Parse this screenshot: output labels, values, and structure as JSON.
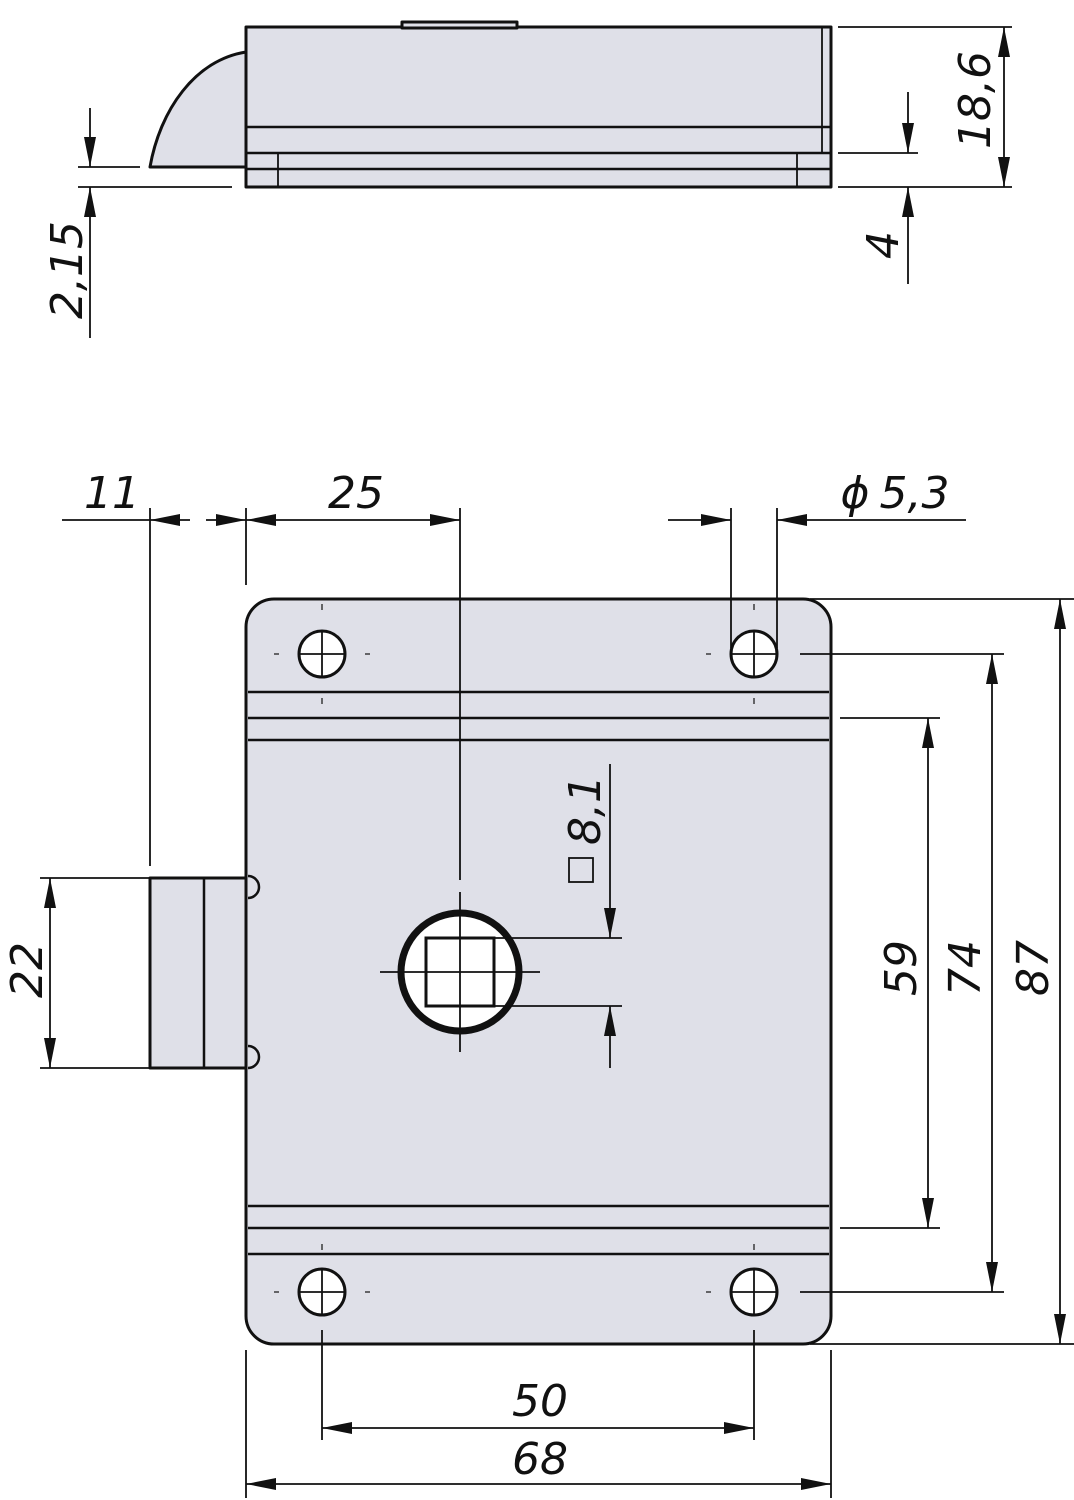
{
  "dimensions": {
    "side_thickness": "18,6",
    "side_plate": "4",
    "side_bolt_offset": "2,15",
    "bolt_projection": "11",
    "spindle_offset": "25",
    "hole_diameter": "5,3",
    "hole_diameter_symbol": "ϕ",
    "spindle_square": "8,1",
    "bolt_height": "22",
    "inner_flange": "59",
    "hole_spacing_vertical": "74",
    "overall_height": "87",
    "hole_spacing_horizontal": "50",
    "overall_width": "68"
  },
  "colors": {
    "body_fill": "#dfe0e8",
    "line": "#111111"
  }
}
